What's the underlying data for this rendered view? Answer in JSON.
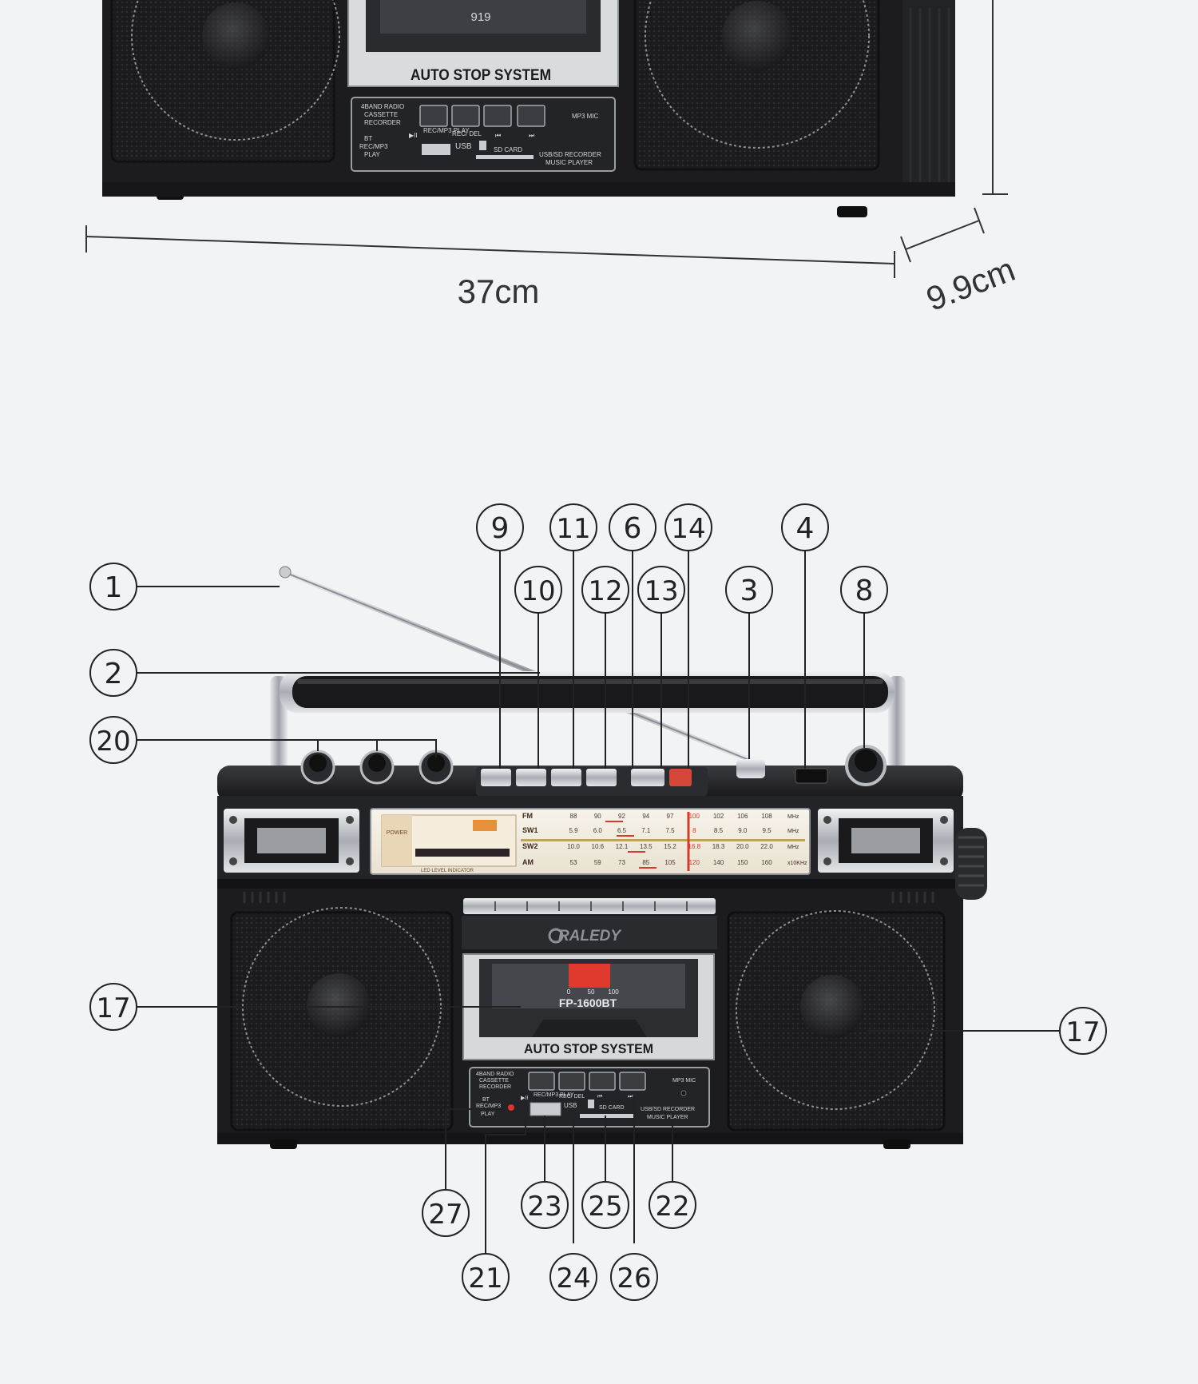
{
  "dimensions": {
    "width_label": "37cm",
    "depth_label": "9.9cm"
  },
  "radio_top": {
    "cassette_counter": "919",
    "cassette_label": "AUTO STOP SYSTEM",
    "panel_left": [
      "4BAND RADIO",
      "CASSETTE",
      "RECORDER"
    ],
    "panel_bt": [
      "BT",
      "REC/MP3",
      "PLAY"
    ],
    "btn_labels": [
      "▶II",
      "REC/MP3 PLAY",
      "REC/ DEL",
      "⏮",
      "⏭"
    ],
    "mp3_mic": "MP3 MIC",
    "usb": "USB",
    "sd_card": "SD CARD",
    "panel_right": [
      "USB/SD RECORDER",
      "MUSIC PLAYER"
    ]
  },
  "radio_main": {
    "brand": "RALEDY",
    "model": "FP-1600BT",
    "cassette_label": "AUTO STOP SYSTEM",
    "power_label": "POWER",
    "led_label": "LED LEVEL INDICATOR",
    "meter_scale": [
      "0",
      "50",
      "100"
    ],
    "bands": [
      {
        "name": "FM",
        "values": [
          "88",
          "90",
          "92",
          "94",
          "97",
          "100",
          "102",
          "106",
          "108"
        ],
        "unit": "MHz"
      },
      {
        "name": "SW1",
        "values": [
          "5.9",
          "6.0",
          "6.5",
          "7.1",
          "7.5",
          "8",
          "8.5",
          "9.0",
          "9.5"
        ],
        "unit": "MHz"
      },
      {
        "name": "SW2",
        "values": [
          "10.0",
          "10.6",
          "12.1",
          "13.5",
          "15.2",
          "16.8",
          "18.3",
          "20.0",
          "22.0"
        ],
        "unit": "MHz"
      },
      {
        "name": "AM",
        "values": [
          "53",
          "59",
          "73",
          "85",
          "105",
          "120",
          "140",
          "150",
          "160"
        ],
        "unit": "x10KHz"
      }
    ],
    "panel_left": [
      "4BAND RADIO",
      "CASSETTE",
      "RECORDER"
    ],
    "panel_bt": [
      "BT",
      "REC/MP3",
      "PLAY"
    ],
    "btn_labels": [
      "▶II",
      "REC/MP3 PLAY",
      "REC/ DEL",
      "⏮",
      "⏭"
    ],
    "mp3_mic": "MP3 MIC",
    "usb": "USB",
    "sd_card": "SD CARD",
    "panel_right": [
      "USB/SD RECORDER",
      "MUSIC PLAYER"
    ]
  },
  "callouts": [
    {
      "id": "c1",
      "label": "1"
    },
    {
      "id": "c2",
      "label": "2"
    },
    {
      "id": "c20",
      "label": "20"
    },
    {
      "id": "c9",
      "label": "9"
    },
    {
      "id": "c11",
      "label": "11"
    },
    {
      "id": "c6",
      "label": "6"
    },
    {
      "id": "c14",
      "label": "14"
    },
    {
      "id": "c4",
      "label": "4"
    },
    {
      "id": "c10",
      "label": "10"
    },
    {
      "id": "c12",
      "label": "12"
    },
    {
      "id": "c13",
      "label": "13"
    },
    {
      "id": "c3",
      "label": "3"
    },
    {
      "id": "c8",
      "label": "8"
    },
    {
      "id": "c17a",
      "label": "17"
    },
    {
      "id": "c17b",
      "label": "17"
    },
    {
      "id": "c27",
      "label": "27"
    },
    {
      "id": "c23",
      "label": "23"
    },
    {
      "id": "c25",
      "label": "25"
    },
    {
      "id": "c22",
      "label": "22"
    },
    {
      "id": "c21",
      "label": "21"
    },
    {
      "id": "c24",
      "label": "24"
    },
    {
      "id": "c26",
      "label": "26"
    }
  ],
  "colors": {
    "background": "#f2f3f5",
    "body": "#1d1d1f",
    "chrome": "#c9ccd0",
    "callout_line": "#222222",
    "dial_red": "#d63a2a",
    "dial_orange": "#e28a2c"
  }
}
